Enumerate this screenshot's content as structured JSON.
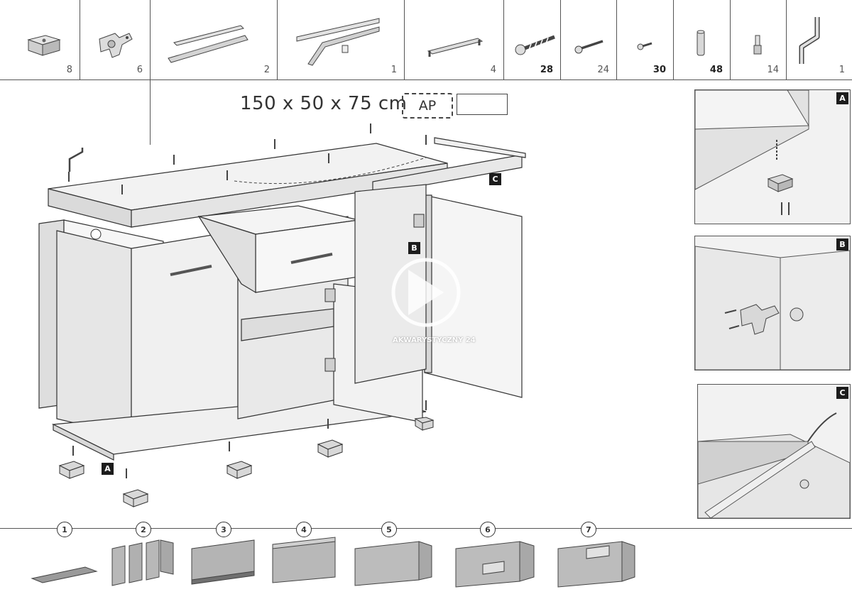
{
  "parts": [
    {
      "icon": "cabinet-foot-icon",
      "qty": "8",
      "bold": false
    },
    {
      "icon": "hinge-icon",
      "qty": "6",
      "bold": false
    },
    {
      "icon": "drawer-runner-icon",
      "qty": "2",
      "bold": false
    },
    {
      "icon": "runner-bracket-icon",
      "qty": "1",
      "bold": false
    },
    {
      "icon": "handle-icon",
      "qty": "4",
      "bold": false
    },
    {
      "icon": "screw-large-icon",
      "qty": "28",
      "bold": true
    },
    {
      "icon": "screw-medium-icon",
      "qty": "24",
      "bold": false
    },
    {
      "icon": "screw-small-icon",
      "qty": "30",
      "bold": true
    },
    {
      "icon": "dowel-icon",
      "qty": "48",
      "bold": true
    },
    {
      "icon": "connector-pin-icon",
      "qty": "14",
      "bold": false
    },
    {
      "icon": "allen-key-icon",
      "qty": "1",
      "bold": false
    }
  ],
  "dimensions": "150 x 50 x 75 cm",
  "ap_label": "AP",
  "callouts": {
    "a": "A",
    "b": "B",
    "c": "C"
  },
  "watermark": "AKWARYSTYCZNY 24",
  "steps": [
    "1",
    "2",
    "3",
    "4",
    "5",
    "6",
    "7"
  ]
}
